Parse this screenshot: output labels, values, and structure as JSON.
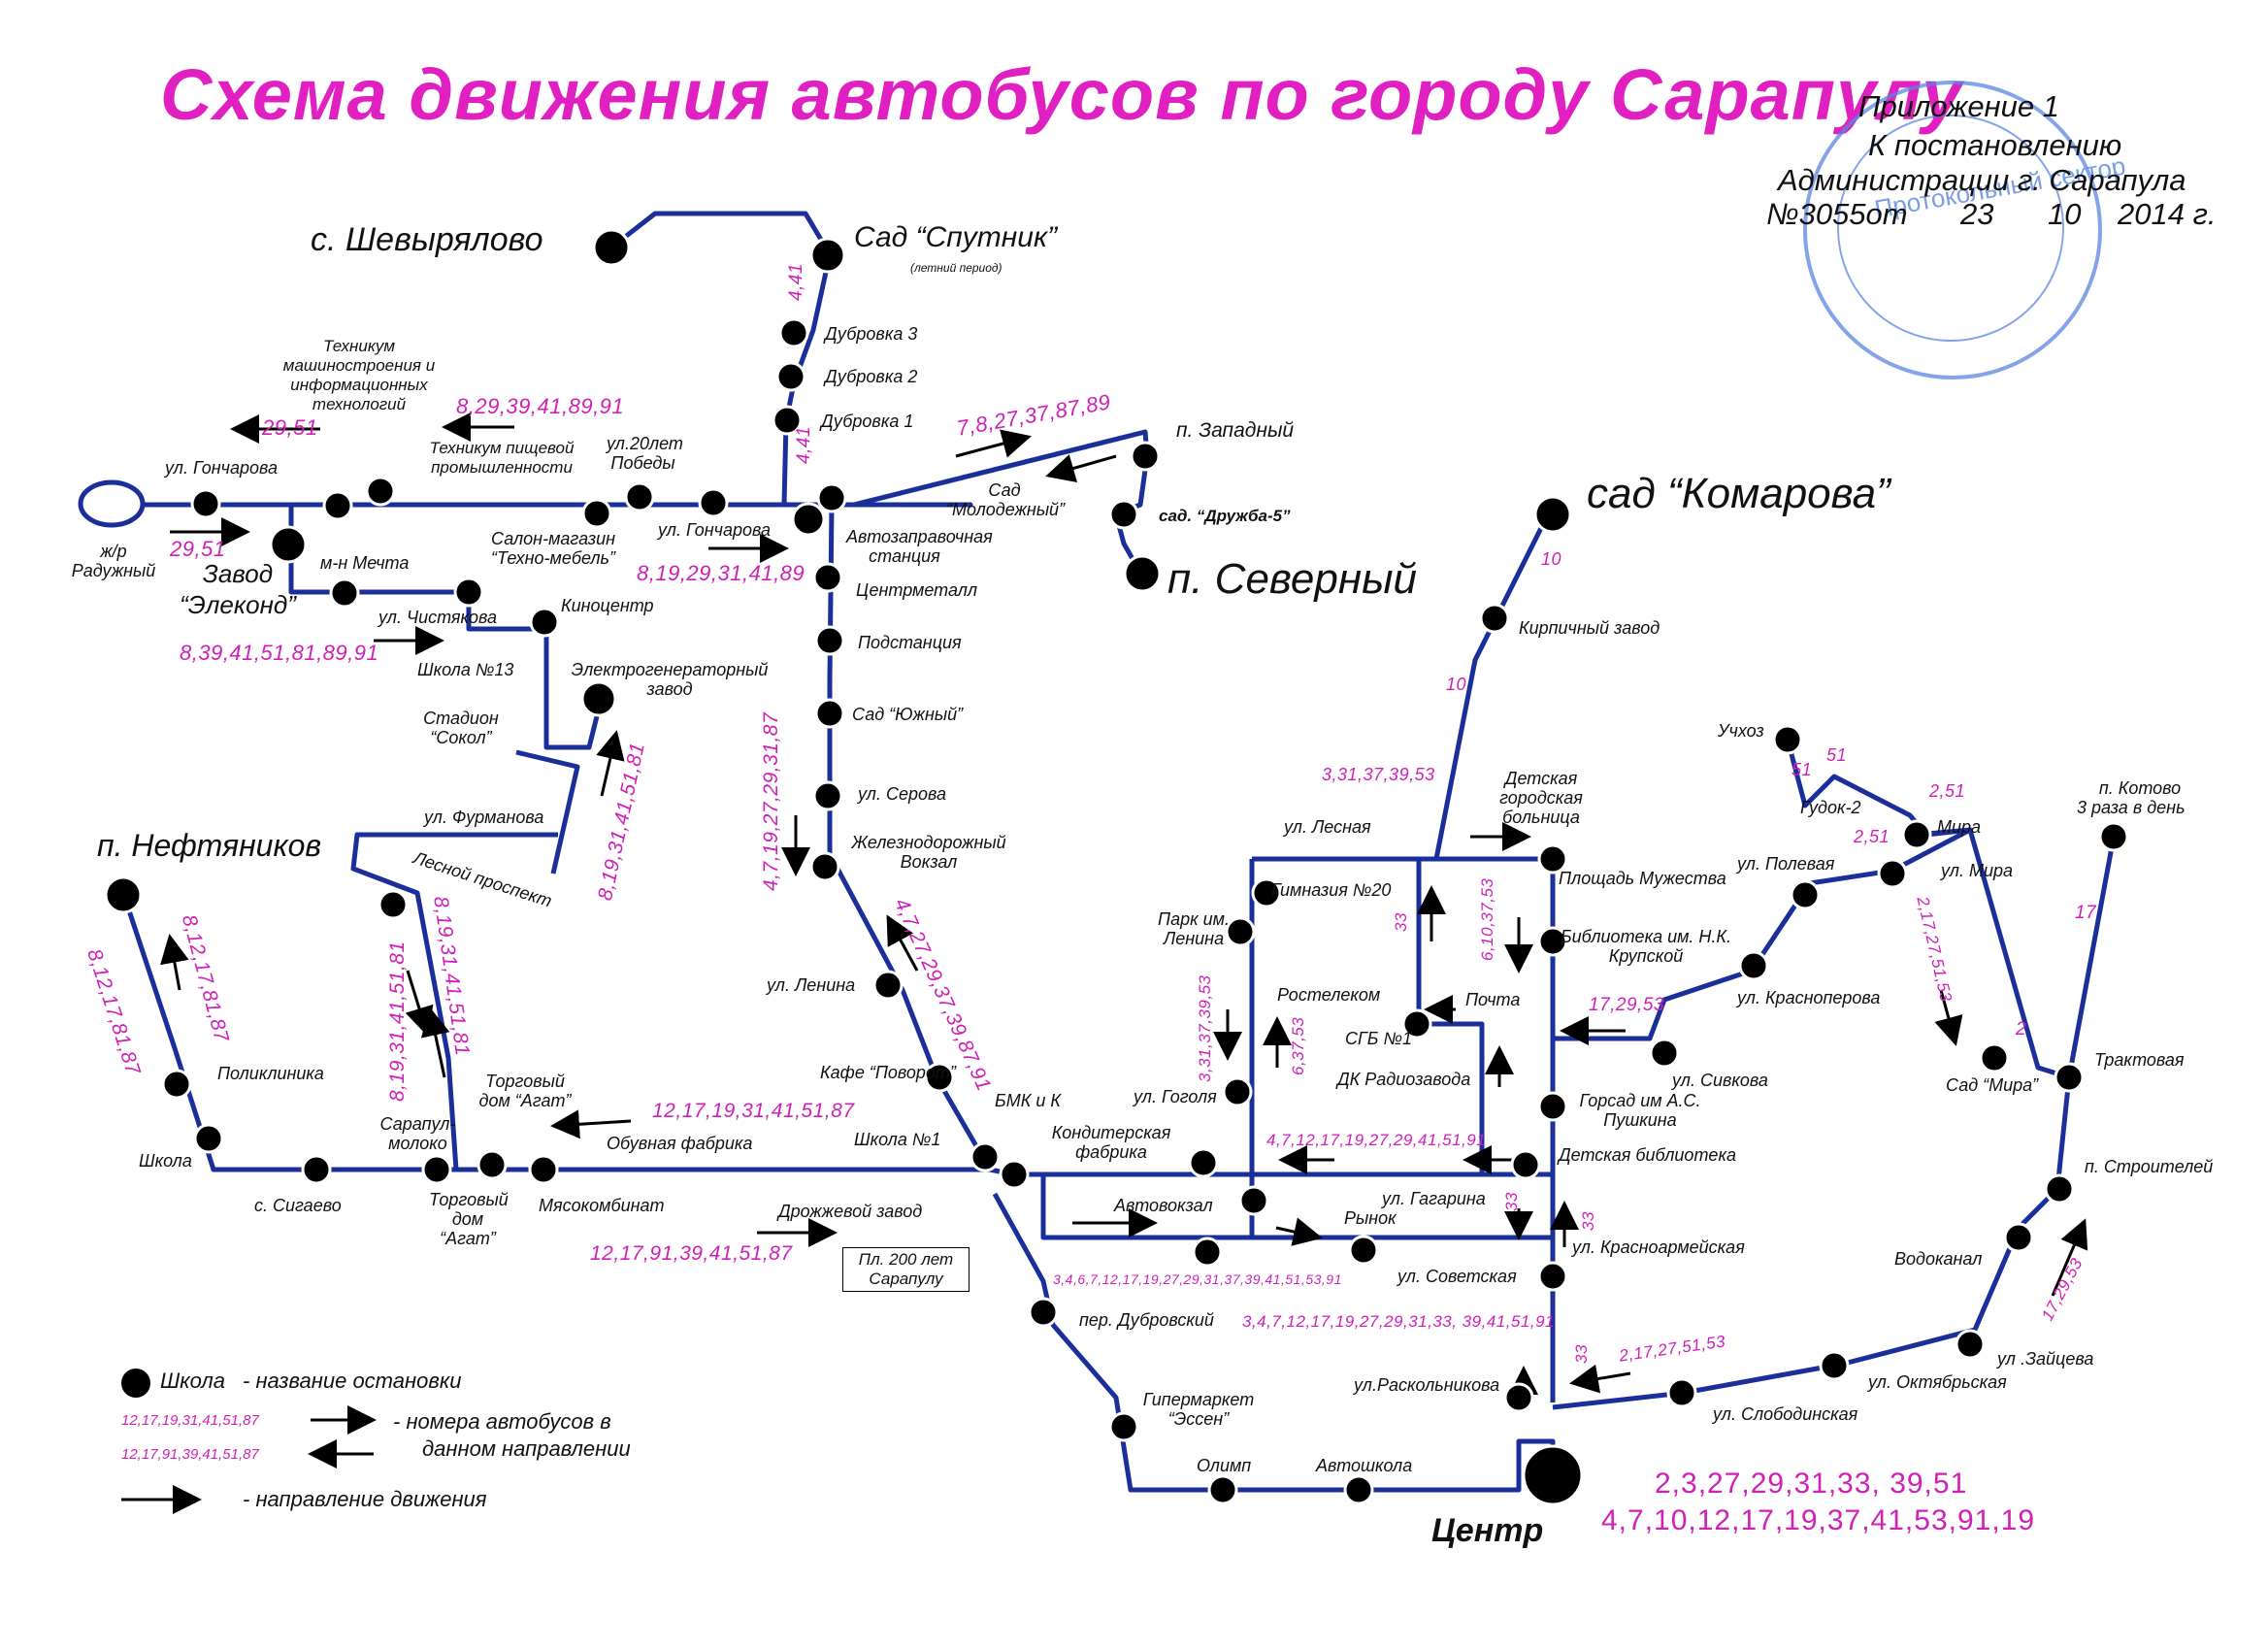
{
  "title": "Схема движения автобусов по городу Сарапулу",
  "appendix": {
    "line1": "Приложение 1",
    "line2": "К постановлению",
    "line3": "Администрации г. Сарапула",
    "line4_no": "№3055от",
    "line4_day": "23",
    "line4_month": "10",
    "line4_year": "2014 г.",
    "stamp_text": "Протокольный сектор"
  },
  "colors": {
    "title": "#e020c0",
    "route_line": "#1a2f9a",
    "route_numbers": "#d020b8",
    "stop": "#000000"
  },
  "places": {
    "shevyryalovo": "с. Шевырялово",
    "sad_sputnik": "Сад “Спутник”",
    "sad_sputnik_note": "(летний период)",
    "dubrovka3": "Дубровка 3",
    "dubrovka2": "Дубровка 2",
    "dubrovka1": "Дубровка 1",
    "p_zapadny": "п. Западный",
    "sad_druzhba": "сад. “Дружба-5”",
    "p_severny": "п. Северный",
    "sad_komarova": "сад “Комарова”",
    "tekhnikum_mash": "Техникум машиностроения и информационных технологий",
    "tekhnikum_pisch": "Техникум пищевой промышленности",
    "ul_20let": "ул.20лет Победы",
    "ul_goncharova_w": "ул. Гончарова",
    "zh_r_raduzhny": "ж/р Радужный",
    "zavod_elekond": "Завод “Элеконд”",
    "mn_mechta": "м-н Мечта",
    "salon_tekhno": "Салон-магазин “Техно-мебель”",
    "ul_goncharova_c": "ул. Гончарова",
    "avtozapravochnaya": "Автозаправочная станция",
    "sad_molodezhny": "Сад “Молодежный”",
    "ul_chistyakova": "ул. Чистякова",
    "kinocentr": "Киноцентр",
    "centrmetall": "Центрметалл",
    "shkola13": "Школа №13",
    "elektrogen": "Электрогенераторный завод",
    "podstanciya": "Подстанция",
    "stadion_sokol": "Стадион “Сокол”",
    "sad_yuzhny": "Сад “Южный”",
    "ul_serova": "ул. Серова",
    "zhd_vokzal": "Железнодорожный Вокзал",
    "ul_furmanova": "ул. Фурманова",
    "lesnoy_prospekt": "Лесной проспект",
    "p_neftyanikov": "п. Нефтяников",
    "poliklinika": "Поликлиника",
    "shkola": "Школа",
    "s_sigaevo": "с. Сигаево",
    "sarapul_moloko": "Сарапул-молоко",
    "torg_dom_agat_top": "Торговый дом “Агат”",
    "torg_dom_agat_bot": "Торговый дом “Агат”",
    "myasokombinat": "Мясокомбинат",
    "obuvnaya": "Обувная фабрика",
    "ul_lenina": "ул. Ленина",
    "kafe_povorot": "Кафе “Поворот”",
    "shkola1": "Школа №1",
    "bmk": "БМК и К",
    "drozhzhevoy": "Дрожжевой завод",
    "pl_200let": "Пл. 200 лет Сарапулу",
    "konditerskaya": "Кондитерская фабрика",
    "avtovokzal": "Автовокзал",
    "rynok": "Рынок",
    "ul_gagarina": "ул. Гагарина",
    "ul_sovetskaya": "ул. Советская",
    "per_dubrovsky": "пер. Дубровский",
    "gipermarket": "Гипермаркет “Эссен”",
    "olimp": "Олимп",
    "avtoshkola": "Автошкола",
    "centr": "Центр",
    "ul_raskolnikova": "ул.Раскольникова",
    "park_lenina": "Парк им. Ленина",
    "ul_gogolya": "ул. Гоголя",
    "ul_lesnaya": "ул. Лесная",
    "gimnaziya20": "Гимназия №20",
    "rostelekom": "Ростелеком",
    "sgb1": "СГБ №1",
    "dk_radiozavoda": "ДК Радиозавода",
    "pochta": "Почта",
    "detskaya_bolnica": "Детская городская больница",
    "pl_muzhestva": "Площадь Мужества",
    "biblioteka_krupskoy": "Библиотека им. Н.К. Крупской",
    "gorsad": "Горсад им А.С. Пушкина",
    "detskaya_biblioteka": "Детская библиотека",
    "ul_krasnoarmeyskaya": "ул. Красноармейская",
    "kirpichny": "Кирпичный завод",
    "uchkhoz": "Учхоз",
    "gudok2": "Гудок-2",
    "ul_polevaya": "ул. Полевая",
    "ul_krasnoperova": "ул. Красноперова",
    "ul_sivkova": "ул. Сивкова",
    "mira": "Мира",
    "ul_mira": "ул. Мира",
    "p_kotovo": "п. Котово",
    "p_kotovo_note": "3 раза в день",
    "sad_mira": "Сад “Мира”",
    "traktovaya": "Трактовая",
    "p_stroiteley": "п. Строителей",
    "vodokanal": "Водоканал",
    "ul_zaytseva": "ул .Зайцева",
    "ul_oktyabrskaya": "ул. Октябрьская",
    "ul_slobodinskaya": "ул. Слободинская"
  },
  "routes": {
    "r_tekh_w": "29,51",
    "r_tekh_e": "8,29,39,41,89,91",
    "r_zapad": "7,8,27,37,87,89",
    "r_radug": "29,51",
    "r_gonch": "8,19,29,31,41,89",
    "r_441a": "4,41",
    "r_441b": "4,41",
    "r_elekond": "8,39,41,51,81,89,91",
    "r_elektro": "8,19,31,41,51,81",
    "r_main_down": "4,7,19,27,29,31,87",
    "r_main_up": "4,7,27,29,37,39,87,91",
    "r_lesnoy_a": "8,19,31,41,51,81",
    "r_lesnoy_b": "8,19,31,41,51,81",
    "r_neft_a": "8,12,17,81,87",
    "r_neft_b": "8,12,17,81,87",
    "r_obuv": "12,17,19,31,41,51,87",
    "r_drozh": "12,17,91,39,41,51,87",
    "r_konditer": "3,4,6,7,12,17,19,27,29,31,37,39,41,51,53,91",
    "r_sovetsk": "3,4,7,12,17,19,27,29,31,33, 39,41,51,91",
    "r_gogol": "3,31,37,39,53",
    "r_rostel": "6,37,53",
    "r_dkradio": "4,7,12,17,19,27,29,41,51,91",
    "r_lesnaya": "3,31,37,39,53",
    "r_pochta": "6,10,37,53",
    "r_33a": "33",
    "r_33b": "33",
    "r_33c": "33",
    "r_33d": "33",
    "r_gorsad": "17,29,53",
    "r_10a": "10",
    "r_10b": "10",
    "r_51a": "51",
    "r_51b": "51",
    "r_251a": "2,51",
    "r_251b": "2,51",
    "r_mira": "2,17,27,51,53",
    "r_2": "2",
    "r_17": "17",
    "r_slobod": "2,17,27,51,53",
    "r_zayts": "17,29,53",
    "centr_line1": "2,3,27,29,31,33, 39,51",
    "centr_line2": "4,7,10,12,17,19,37,41,53,91,19"
  },
  "legend": {
    "stop_name": "Школа",
    "stop_desc": "- название остановки",
    "routes_a": "12,17,19,31,41,51,87",
    "routes_b": "12,17,91,39,41,51,87",
    "routes_desc1": "- номера автобусов в",
    "routes_desc2": "данном направлении",
    "direction_desc": "- направление движения"
  }
}
